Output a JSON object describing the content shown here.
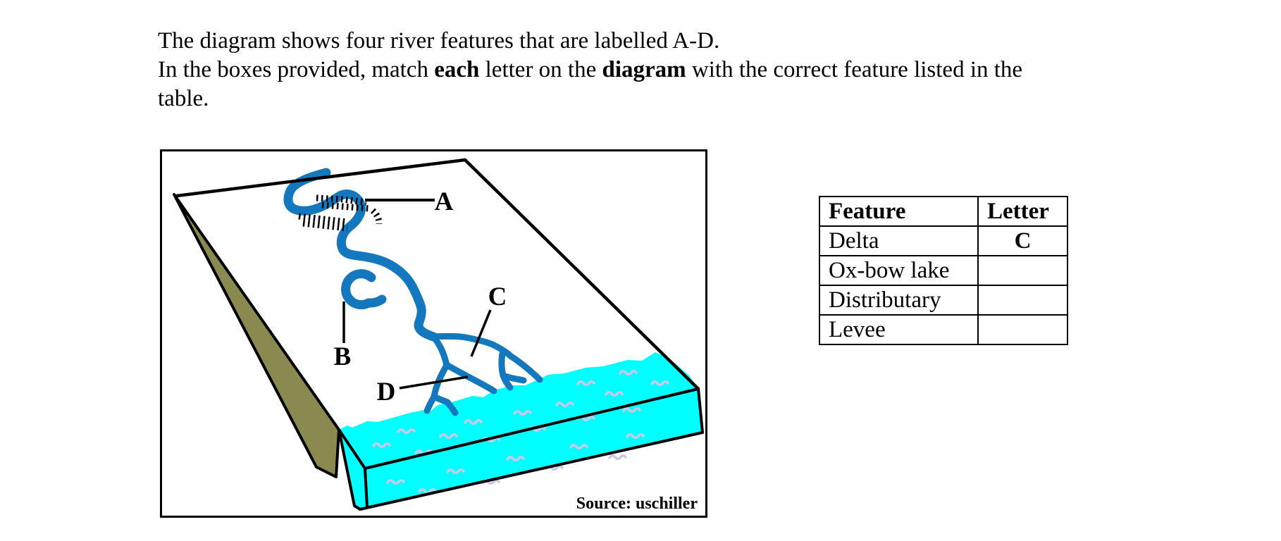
{
  "question": {
    "line1": "The diagram shows four river features that are labelled A-D.",
    "line2": [
      "In the boxes provided, match ",
      "each",
      " letter on the ",
      "diagram",
      " with the correct feature listed in the"
    ],
    "line3": "table."
  },
  "figure": {
    "source": "Source: uschiller",
    "labels": {
      "a": "A",
      "b": "B",
      "c": "C",
      "d": "D"
    },
    "colors": {
      "river": "#1478BE",
      "sea": "#00FFFF",
      "hillside": "#8A8A50",
      "waves": "#C8C8EA",
      "outline": "#000000"
    }
  },
  "table": {
    "headers": {
      "feature": "Feature",
      "letter": "Letter"
    },
    "rows": [
      {
        "feature": "Delta",
        "letter": "C"
      },
      {
        "feature": "Ox-bow lake",
        "letter": ""
      },
      {
        "feature": "Distributary",
        "letter": ""
      },
      {
        "feature": "Levee",
        "letter": ""
      }
    ]
  }
}
